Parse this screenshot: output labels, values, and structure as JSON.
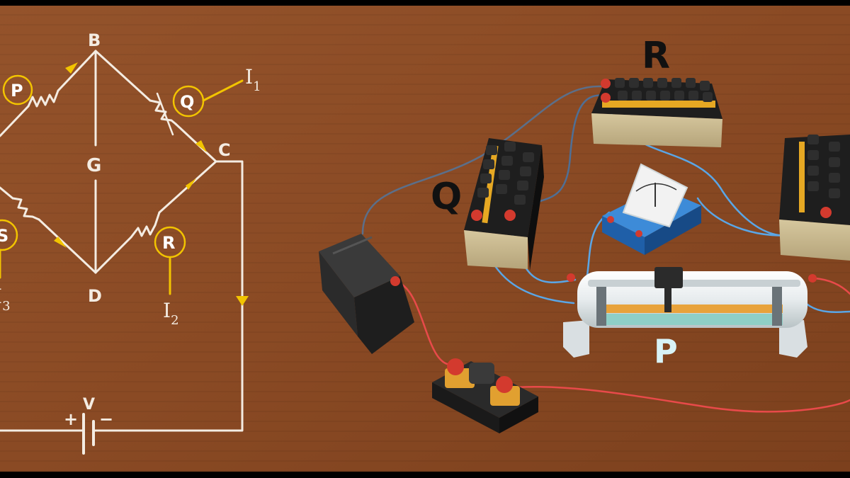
{
  "circuit_diagram": {
    "nodes": {
      "b": "B",
      "c": "C",
      "d": "D",
      "g": "G"
    },
    "resistors": {
      "p": "P",
      "q": "Q",
      "r": "R",
      "s": "S"
    },
    "currents": {
      "i1": "I",
      "i1_sub": "1",
      "i2": "I",
      "i2_sub": "2",
      "i3": "I",
      "i3_sub": "3"
    },
    "battery": {
      "label": "V",
      "plus": "+",
      "minus": "−"
    }
  },
  "apparatus": {
    "box_q_label": "Q",
    "box_r_label": "R",
    "rheostat_label": "P"
  },
  "colors": {
    "wood": "#8a4a24",
    "wire_white": "#f4ece2",
    "accent_yellow": "#f2c400",
    "label_cyan": "#d8f3f7",
    "wire_blue": "#5aa6e6",
    "wire_red": "#e84a4a",
    "galvanometer_blue": "#2a74c4"
  }
}
